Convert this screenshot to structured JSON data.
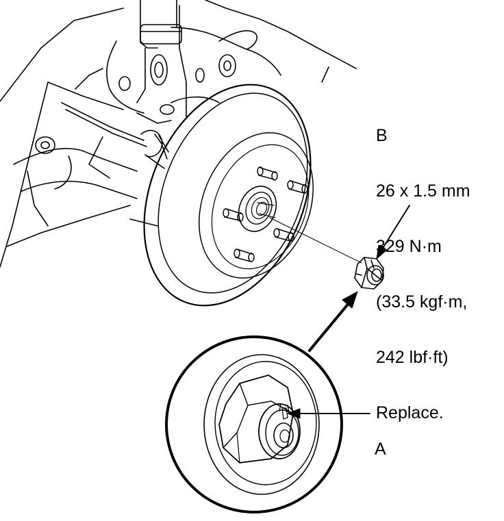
{
  "callout_b": {
    "letter": "B",
    "size": "26 x 1.5 mm",
    "torque_nm": "329 N·m",
    "torque_kgf": "(33.5 kgf·m,",
    "torque_lbf": "242 lbf·ft)",
    "action": "Replace."
  },
  "callout_a": {
    "letter": "A"
  },
  "colors": {
    "line": "#000000",
    "background": "#ffffff"
  }
}
